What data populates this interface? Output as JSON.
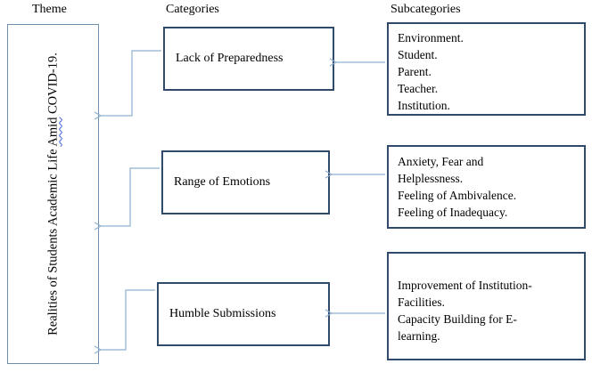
{
  "headers": {
    "theme": "Theme",
    "categories": "Categories",
    "subcategories": "Subcategories"
  },
  "theme": {
    "text_before": "Realities of Students Academic Life ",
    "text_flagged": "Amid",
    "text_after": " COVID-19."
  },
  "categories": [
    {
      "label": "Lack of Preparedness"
    },
    {
      "label": "Range of Emotions"
    },
    {
      "label": "Humble Submissions"
    }
  ],
  "subcategories": [
    {
      "lines": [
        "Environment.",
        "Student.",
        "Parent.",
        "Teacher.",
        "Institution."
      ]
    },
    {
      "lines": [
        "Anxiety, Fear and",
        "Helplessness.",
        "Feeling of Ambivalence.",
        "Feeling of Inadequacy."
      ]
    },
    {
      "lines": [
        "Improvement of Institution-",
        "Facilities.",
        "Capacity Building for E-",
        "learning."
      ]
    }
  ],
  "colors": {
    "box_border": "#2f4a6b",
    "connector": "#8fb0d0",
    "theme_border": "#6f8fb0"
  }
}
